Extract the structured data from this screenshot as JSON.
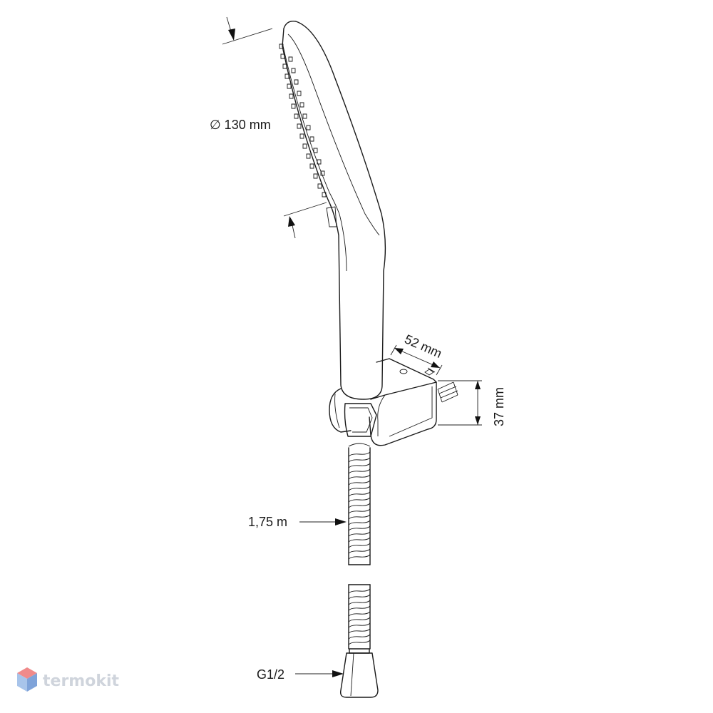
{
  "labels": {
    "diameter": "∅ 130 mm",
    "holder_width": "52 mm",
    "holder_height": "37 mm",
    "hose_length": "1,75 m",
    "thread": "G1/2"
  },
  "brand": {
    "name": "termokit",
    "colors": {
      "top": "#f08a8a",
      "left": "#a8c4ea",
      "right": "#7fa3d9",
      "text": "#cfd4dc"
    }
  },
  "icons": [
    "termokit-logo-icon",
    "shower-head-icon",
    "wall-holder-icon",
    "hose-icon",
    "connector-nut-icon"
  ]
}
